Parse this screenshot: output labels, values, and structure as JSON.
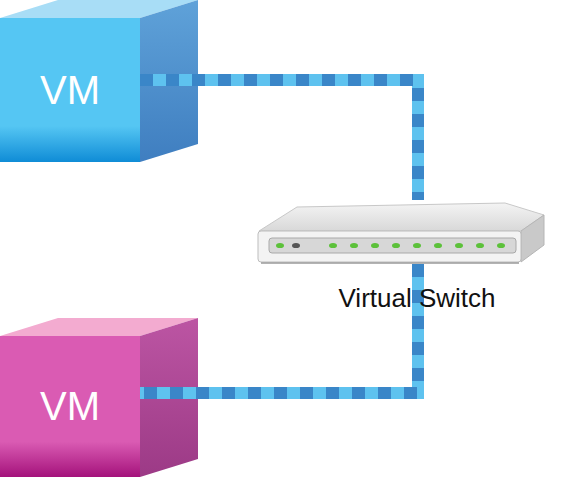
{
  "diagram": {
    "nodes": [
      {
        "text": [
          "VM"
        ]
      },
      {
        "text": [
          "Virtual Switch"
        ]
      },
      {
        "text": [
          "VM"
        ]
      }
    ],
    "edges": [
      {
        "from": 0,
        "to": 1,
        "arrow": "none"
      },
      {
        "from": 1,
        "to": 2,
        "arrow": "none"
      }
    ]
  }
}
